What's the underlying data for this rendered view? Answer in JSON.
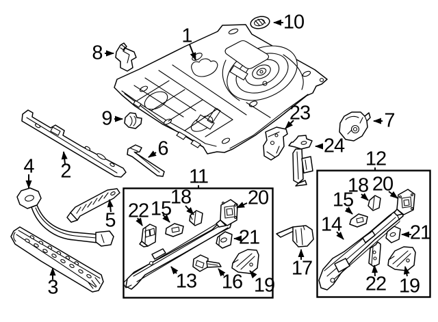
{
  "colors": {
    "background": "#ffffff",
    "ink": "#000000"
  },
  "callouts": {
    "part1": "1",
    "part2": "2",
    "part3": "3",
    "part4": "4",
    "part5": "5",
    "part6": "6",
    "part7": "7",
    "part8": "8",
    "part9": "9",
    "part10": "10",
    "group11": "11",
    "group12": "12",
    "part13": "13",
    "part14": "14",
    "part15_left": "15",
    "part15_right": "15",
    "part16": "16",
    "part17": "17",
    "part18_left": "18",
    "part18_right": "18",
    "part19_left": "19",
    "part19_right": "19",
    "part20_left": "20",
    "part20_right": "20",
    "part21_left": "21",
    "part21_right": "21",
    "part22_left": "22",
    "part22_right": "22",
    "part23": "23",
    "part24": "24"
  }
}
